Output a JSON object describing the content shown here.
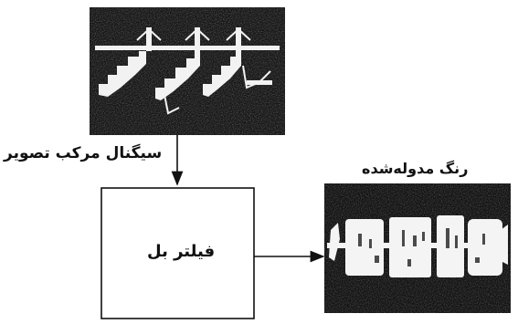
{
  "diagram": {
    "input_label": "سیگنال مرکب تصویر",
    "output_label": "رنگ مدوله‌شده",
    "block_label": "فیلتر بل"
  },
  "colors": {
    "line": "#111111",
    "scope_bg": "#111111",
    "trace": "#f5f5f5"
  }
}
